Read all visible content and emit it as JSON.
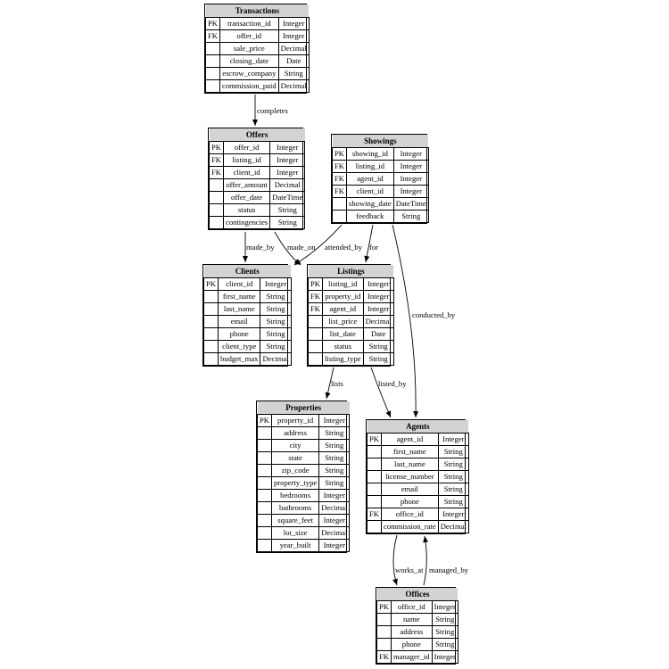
{
  "entities": {
    "transactions": {
      "title": "Transactions",
      "rows": [
        {
          "key": "PK",
          "name": "transaction_id",
          "type": "Integer"
        },
        {
          "key": "FK",
          "name": "offer_id",
          "type": "Integer"
        },
        {
          "key": "",
          "name": "sale_price",
          "type": "Decimal"
        },
        {
          "key": "",
          "name": "closing_date",
          "type": "Date"
        },
        {
          "key": "",
          "name": "escrow_company",
          "type": "String"
        },
        {
          "key": "",
          "name": "commission_paid",
          "type": "Decimal"
        }
      ]
    },
    "offers": {
      "title": "Offers",
      "rows": [
        {
          "key": "PK",
          "name": "offer_id",
          "type": "Integer"
        },
        {
          "key": "FK",
          "name": "listing_id",
          "type": "Integer"
        },
        {
          "key": "FK",
          "name": "client_id",
          "type": "Integer"
        },
        {
          "key": "",
          "name": "offer_amount",
          "type": "Decimal"
        },
        {
          "key": "",
          "name": "offer_date",
          "type": "DateTime"
        },
        {
          "key": "",
          "name": "status",
          "type": "String"
        },
        {
          "key": "",
          "name": "contingencies",
          "type": "String"
        }
      ]
    },
    "showings": {
      "title": "Showings",
      "rows": [
        {
          "key": "PK",
          "name": "showing_id",
          "type": "Integer"
        },
        {
          "key": "FK",
          "name": "listing_id",
          "type": "Integer"
        },
        {
          "key": "FK",
          "name": "agent_id",
          "type": "Integer"
        },
        {
          "key": "FK",
          "name": "client_id",
          "type": "Integer"
        },
        {
          "key": "",
          "name": "showing_date",
          "type": "DateTime"
        },
        {
          "key": "",
          "name": "feedback",
          "type": "String"
        }
      ]
    },
    "clients": {
      "title": "Clients",
      "rows": [
        {
          "key": "PK",
          "name": "client_id",
          "type": "Integer"
        },
        {
          "key": "",
          "name": "first_name",
          "type": "String"
        },
        {
          "key": "",
          "name": "last_name",
          "type": "String"
        },
        {
          "key": "",
          "name": "email",
          "type": "String"
        },
        {
          "key": "",
          "name": "phone",
          "type": "String"
        },
        {
          "key": "",
          "name": "client_type",
          "type": "String"
        },
        {
          "key": "",
          "name": "budget_max",
          "type": "Decimal"
        }
      ]
    },
    "listings": {
      "title": "Listings",
      "rows": [
        {
          "key": "PK",
          "name": "listing_id",
          "type": "Integer"
        },
        {
          "key": "FK",
          "name": "property_id",
          "type": "Integer"
        },
        {
          "key": "FK",
          "name": "agent_id",
          "type": "Integer"
        },
        {
          "key": "",
          "name": "list_price",
          "type": "Decimal"
        },
        {
          "key": "",
          "name": "list_date",
          "type": "Date"
        },
        {
          "key": "",
          "name": "status",
          "type": "String"
        },
        {
          "key": "",
          "name": "listing_type",
          "type": "String"
        }
      ]
    },
    "properties": {
      "title": "Properties",
      "rows": [
        {
          "key": "PK",
          "name": "property_id",
          "type": "Integer"
        },
        {
          "key": "",
          "name": "address",
          "type": "String"
        },
        {
          "key": "",
          "name": "city",
          "type": "String"
        },
        {
          "key": "",
          "name": "state",
          "type": "String"
        },
        {
          "key": "",
          "name": "zip_code",
          "type": "String"
        },
        {
          "key": "",
          "name": "property_type",
          "type": "String"
        },
        {
          "key": "",
          "name": "bedrooms",
          "type": "Integer"
        },
        {
          "key": "",
          "name": "bathrooms",
          "type": "Decimal"
        },
        {
          "key": "",
          "name": "square_feet",
          "type": "Integer"
        },
        {
          "key": "",
          "name": "lot_size",
          "type": "Decimal"
        },
        {
          "key": "",
          "name": "year_built",
          "type": "Integer"
        }
      ]
    },
    "agents": {
      "title": "Agents",
      "rows": [
        {
          "key": "PK",
          "name": "agent_id",
          "type": "Integer"
        },
        {
          "key": "",
          "name": "first_name",
          "type": "String"
        },
        {
          "key": "",
          "name": "last_name",
          "type": "String"
        },
        {
          "key": "",
          "name": "license_number",
          "type": "String"
        },
        {
          "key": "",
          "name": "email",
          "type": "String"
        },
        {
          "key": "",
          "name": "phone",
          "type": "String"
        },
        {
          "key": "FK",
          "name": "office_id",
          "type": "Integer"
        },
        {
          "key": "",
          "name": "commission_rate",
          "type": "Decimal"
        }
      ]
    },
    "offices": {
      "title": "Offices",
      "rows": [
        {
          "key": "PK",
          "name": "office_id",
          "type": "Integer"
        },
        {
          "key": "",
          "name": "name",
          "type": "String"
        },
        {
          "key": "",
          "name": "address",
          "type": "String"
        },
        {
          "key": "",
          "name": "phone",
          "type": "String"
        },
        {
          "key": "FK",
          "name": "manager_id",
          "type": "Integer"
        }
      ]
    }
  },
  "relationships": [
    {
      "from": "Transactions",
      "to": "Offers",
      "label": "completes"
    },
    {
      "from": "Offers",
      "to": "Clients",
      "label": "made_by"
    },
    {
      "from": "Offers",
      "to": "Listings",
      "label": "made_on"
    },
    {
      "from": "Showings",
      "to": "Listings",
      "label": "attended_by"
    },
    {
      "from": "Showings",
      "to": "Listings",
      "label": "for"
    },
    {
      "from": "Showings",
      "to": "Agents",
      "label": "conducted_by"
    },
    {
      "from": "Listings",
      "to": "Properties",
      "label": "lists"
    },
    {
      "from": "Listings",
      "to": "Agents",
      "label": "listed_by"
    },
    {
      "from": "Agents",
      "to": "Offices",
      "label": "works_at"
    },
    {
      "from": "Offices",
      "to": "Agents",
      "label": "managed_by"
    }
  ]
}
